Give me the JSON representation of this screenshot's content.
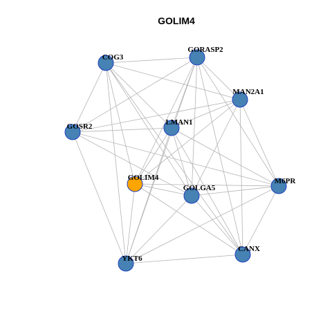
{
  "title": "GOLIM4",
  "colors": {
    "node_default": "#4682b4",
    "node_highlight": "#ffa500",
    "node_border": "#1f3fbf",
    "edge": "#b3b3b3"
  },
  "network": {
    "nodes": [
      {
        "id": "GOLIM4",
        "label": "GOLIM4",
        "highlight": true
      },
      {
        "id": "COG3",
        "label": "COG3",
        "highlight": false
      },
      {
        "id": "GORASP2",
        "label": "GORASP2",
        "highlight": false
      },
      {
        "id": "MAN2A1",
        "label": "MAN2A1",
        "highlight": false
      },
      {
        "id": "GOSR2",
        "label": "GOSR2",
        "highlight": false
      },
      {
        "id": "LMAN1",
        "label": "LMAN1",
        "highlight": false
      },
      {
        "id": "GOLGA5",
        "label": "GOLGA5",
        "highlight": false
      },
      {
        "id": "M6PR",
        "label": "M6PR",
        "highlight": false
      },
      {
        "id": "CANX",
        "label": "CANX",
        "highlight": false
      },
      {
        "id": "YKT6",
        "label": "YKT6",
        "highlight": false
      }
    ],
    "edges": [
      [
        "COG3",
        "GORASP2"
      ],
      [
        "COG3",
        "MAN2A1"
      ],
      [
        "COG3",
        "GOSR2"
      ],
      [
        "COG3",
        "LMAN1"
      ],
      [
        "COG3",
        "GOLIM4"
      ],
      [
        "COG3",
        "GOLGA5"
      ],
      [
        "COG3",
        "CANX"
      ],
      [
        "COG3",
        "YKT6"
      ],
      [
        "GORASP2",
        "MAN2A1"
      ],
      [
        "GORASP2",
        "GOSR2"
      ],
      [
        "GORASP2",
        "LMAN1"
      ],
      [
        "GORASP2",
        "GOLIM4"
      ],
      [
        "GORASP2",
        "GOLGA5"
      ],
      [
        "GORASP2",
        "M6PR"
      ],
      [
        "GORASP2",
        "CANX"
      ],
      [
        "GORASP2",
        "YKT6"
      ],
      [
        "MAN2A1",
        "GOSR2"
      ],
      [
        "MAN2A1",
        "LMAN1"
      ],
      [
        "MAN2A1",
        "GOLIM4"
      ],
      [
        "MAN2A1",
        "GOLGA5"
      ],
      [
        "MAN2A1",
        "M6PR"
      ],
      [
        "MAN2A1",
        "CANX"
      ],
      [
        "GOSR2",
        "LMAN1"
      ],
      [
        "GOSR2",
        "GOLGA5"
      ],
      [
        "GOSR2",
        "YKT6"
      ],
      [
        "GOSR2",
        "M6PR"
      ],
      [
        "LMAN1",
        "GOLIM4"
      ],
      [
        "LMAN1",
        "GOLGA5"
      ],
      [
        "LMAN1",
        "M6PR"
      ],
      [
        "LMAN1",
        "CANX"
      ],
      [
        "LMAN1",
        "YKT6"
      ],
      [
        "GOLIM4",
        "GOLGA5"
      ],
      [
        "GOLIM4",
        "M6PR"
      ],
      [
        "GOLIM4",
        "CANX"
      ],
      [
        "GOLIM4",
        "YKT6"
      ],
      [
        "GOLGA5",
        "M6PR"
      ],
      [
        "GOLGA5",
        "CANX"
      ],
      [
        "GOLGA5",
        "YKT6"
      ],
      [
        "M6PR",
        "CANX"
      ],
      [
        "M6PR",
        "YKT6"
      ],
      [
        "CANX",
        "YKT6"
      ]
    ]
  }
}
